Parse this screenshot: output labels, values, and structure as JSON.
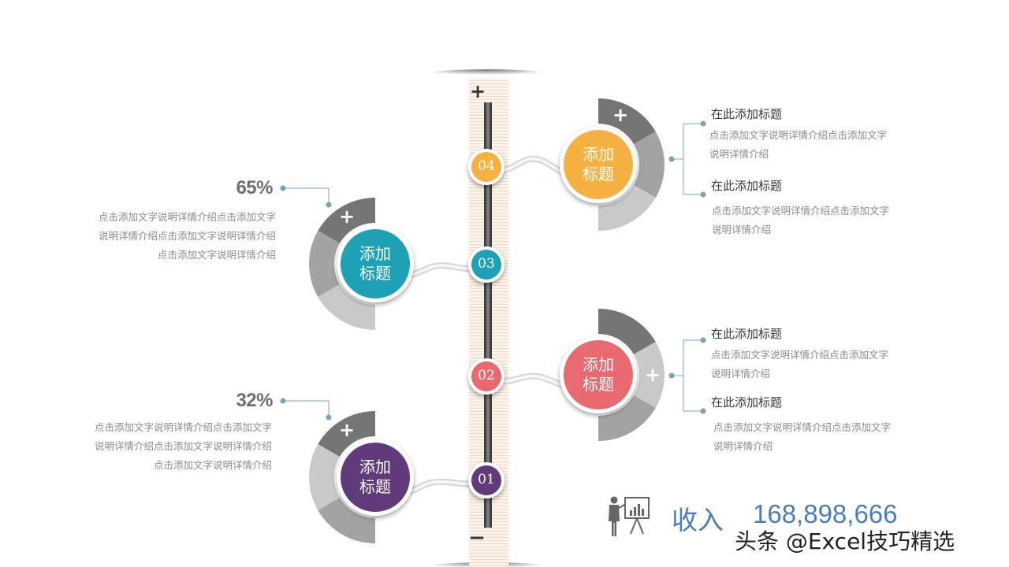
{
  "colors": {
    "step1": "#5f3a7a",
    "step2": "#e86a6f",
    "step3": "#1aa2b4",
    "step4": "#f6b141",
    "accent_line": "#7ba3b8",
    "revenue": "#4a7ebb"
  },
  "timeline": {
    "plus_sign": "+",
    "minus_sign": "−"
  },
  "steps": [
    {
      "num": "01",
      "title_line1": "添加",
      "title_line2": "标题",
      "badge": "+",
      "percent": "32%",
      "desc_lines": [
        "点击添加文字说明详情介绍点击添加文字",
        "说明详情介绍点击添加文字说明详情介绍",
        "点击添加文字说明详情介绍"
      ]
    },
    {
      "num": "02",
      "title_line1": "添加",
      "title_line2": "标题",
      "badge": "+",
      "items": [
        {
          "title": "在此添加标题",
          "desc_lines": [
            "点击添加文字说明详情介绍点击添加文字",
            "说明详情介绍"
          ]
        },
        {
          "title": "在此添加标题",
          "desc_lines": [
            "点击添加文字说明详情介绍点击添加文字",
            "说明详情介绍"
          ]
        }
      ]
    },
    {
      "num": "03",
      "title_line1": "添加",
      "title_line2": "标题",
      "badge": "+",
      "percent": "65%",
      "desc_lines": [
        "点击添加文字说明详情介绍点击添加文字",
        "说明详情介绍点击添加文字说明详情介绍",
        "点击添加文字说明详情介绍"
      ]
    },
    {
      "num": "04",
      "title_line1": "添加",
      "title_line2": "标题",
      "badge": "+",
      "items": [
        {
          "title": "在此添加标题",
          "desc_lines": [
            "点击添加文字说明详情介绍点击添加文字",
            "说明详情介绍"
          ]
        },
        {
          "title": "在此添加标题",
          "desc_lines": [
            "点击添加文字说明详情介绍点击添加文字",
            "说明详情介绍"
          ]
        }
      ]
    }
  ],
  "footer": {
    "icon": "presenter-icon",
    "revenue_label": "收入",
    "revenue_value": "168,898,666"
  },
  "watermark": "头条 @Excel技巧精选"
}
